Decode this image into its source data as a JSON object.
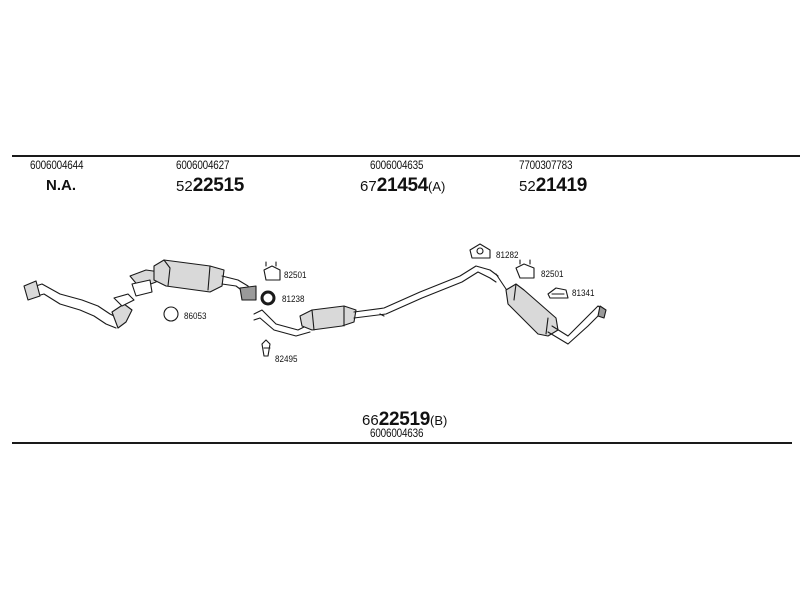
{
  "columns": [
    {
      "part_number": "6006004644",
      "reference": {
        "text": "N.A."
      }
    },
    {
      "part_number": "6006004627",
      "reference": {
        "prefix": "52",
        "main": "22515",
        "suffix": ""
      }
    },
    {
      "part_number": "6006004635",
      "reference": {
        "prefix": "67",
        "main": "21454",
        "suffix": "(A)"
      }
    },
    {
      "part_number": "7700307783",
      "reference": {
        "prefix": "52",
        "main": "21419",
        "suffix": ""
      }
    }
  ],
  "components": {
    "clamp_upper": "82501",
    "gasket_ring": "81238",
    "gasket_washer": "86053",
    "bracket_lower": "82495",
    "rubber_hanger": "81282",
    "clamp_rear": "82501",
    "rubber_mount": "81341"
  },
  "bottom_reference": {
    "prefix": "66",
    "main": "22519",
    "suffix": "(B)",
    "part_number": "6006004636"
  },
  "colors": {
    "line": "#1a1a1a",
    "part_fill": "#d9d9d9",
    "part_shade": "#9a9a9a"
  }
}
